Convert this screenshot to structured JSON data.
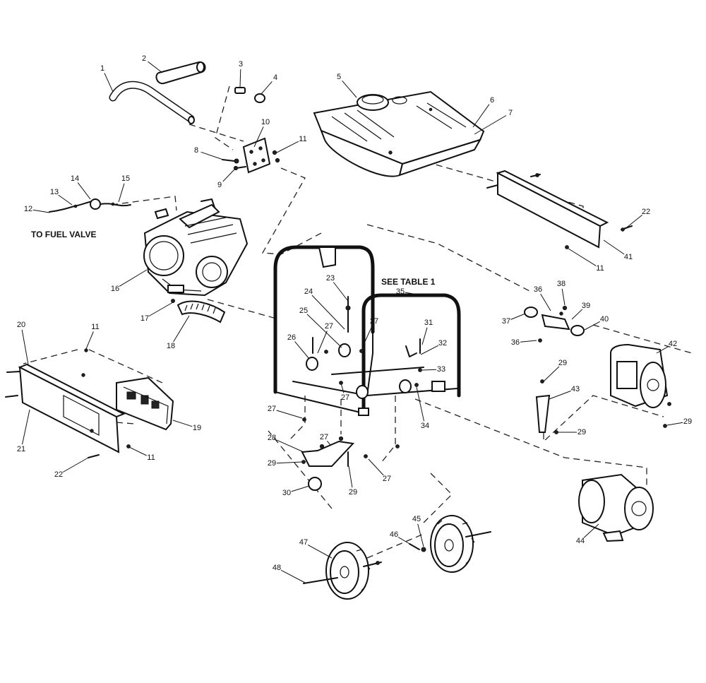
{
  "notes": {
    "fuel_valve": "TO FUEL VALVE",
    "see_table": "SEE TABLE 1"
  },
  "callouts": [
    {
      "id": "c1",
      "label": "1"
    },
    {
      "id": "c2",
      "label": "2"
    },
    {
      "id": "c3",
      "label": "3"
    },
    {
      "id": "c4",
      "label": "4"
    },
    {
      "id": "c5",
      "label": "5"
    },
    {
      "id": "c6",
      "label": "6"
    },
    {
      "id": "c7",
      "label": "7"
    },
    {
      "id": "c8",
      "label": "8"
    },
    {
      "id": "c9",
      "label": "9"
    },
    {
      "id": "c10",
      "label": "10"
    },
    {
      "id": "c11a",
      "label": "11"
    },
    {
      "id": "c11b",
      "label": "11"
    },
    {
      "id": "c11c",
      "label": "11"
    },
    {
      "id": "c11d",
      "label": "11"
    },
    {
      "id": "c12",
      "label": "12"
    },
    {
      "id": "c13",
      "label": "13"
    },
    {
      "id": "c14",
      "label": "14"
    },
    {
      "id": "c15",
      "label": "15"
    },
    {
      "id": "c16",
      "label": "16"
    },
    {
      "id": "c17",
      "label": "17"
    },
    {
      "id": "c18",
      "label": "18"
    },
    {
      "id": "c19",
      "label": "19"
    },
    {
      "id": "c20",
      "label": "20"
    },
    {
      "id": "c21",
      "label": "21"
    },
    {
      "id": "c22a",
      "label": "22"
    },
    {
      "id": "c22b",
      "label": "22"
    },
    {
      "id": "c23",
      "label": "23"
    },
    {
      "id": "c24",
      "label": "24"
    },
    {
      "id": "c25",
      "label": "25"
    },
    {
      "id": "c26",
      "label": "26"
    },
    {
      "id": "c27a",
      "label": "27"
    },
    {
      "id": "c27b",
      "label": "27"
    },
    {
      "id": "c27c",
      "label": "27"
    },
    {
      "id": "c27d",
      "label": "27"
    },
    {
      "id": "c27e",
      "label": "27"
    },
    {
      "id": "c27f",
      "label": "27"
    },
    {
      "id": "c28",
      "label": "28"
    },
    {
      "id": "c29a",
      "label": "29"
    },
    {
      "id": "c29b",
      "label": "29"
    },
    {
      "id": "c29c",
      "label": "29"
    },
    {
      "id": "c29d",
      "label": "29"
    },
    {
      "id": "c29e",
      "label": "29"
    },
    {
      "id": "c30",
      "label": "30"
    },
    {
      "id": "c31",
      "label": "31"
    },
    {
      "id": "c32",
      "label": "32"
    },
    {
      "id": "c33",
      "label": "33"
    },
    {
      "id": "c34",
      "label": "34"
    },
    {
      "id": "c35",
      "label": "35"
    },
    {
      "id": "c36a",
      "label": "36"
    },
    {
      "id": "c36b",
      "label": "36"
    },
    {
      "id": "c37",
      "label": "37"
    },
    {
      "id": "c38",
      "label": "38"
    },
    {
      "id": "c39",
      "label": "39"
    },
    {
      "id": "c40",
      "label": "40"
    },
    {
      "id": "c41",
      "label": "41"
    },
    {
      "id": "c42",
      "label": "42"
    },
    {
      "id": "c43",
      "label": "43"
    },
    {
      "id": "c44",
      "label": "44"
    },
    {
      "id": "c45",
      "label": "45"
    },
    {
      "id": "c46",
      "label": "46"
    },
    {
      "id": "c47",
      "label": "47"
    },
    {
      "id": "c48",
      "label": "48"
    }
  ]
}
